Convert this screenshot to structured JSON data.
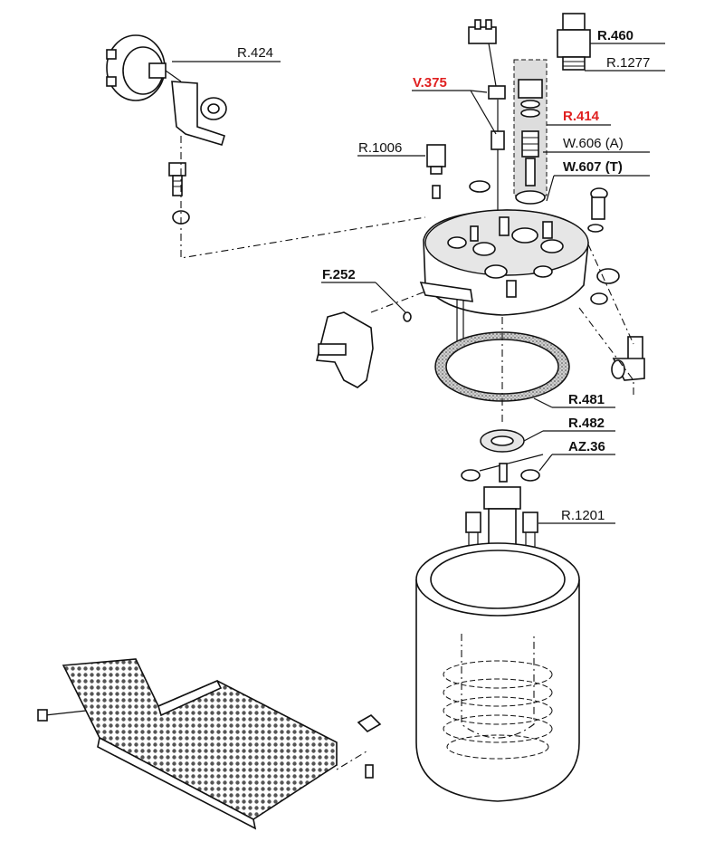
{
  "labels": {
    "r424": "R.424",
    "r460": "R.460",
    "r1277": "R.1277",
    "v375": "V.375",
    "r414": "R.414",
    "w606": "W.606 (A)",
    "w607": "W.607 (T)",
    "r1006": "R.1006",
    "f252": "F.252",
    "r481": "R.481",
    "r482": "R.482",
    "az36": "AZ.36",
    "r1201": "R.1201"
  },
  "colors": {
    "highlight": "#e02020",
    "line": "#111111",
    "group_box": "#dddddd"
  }
}
